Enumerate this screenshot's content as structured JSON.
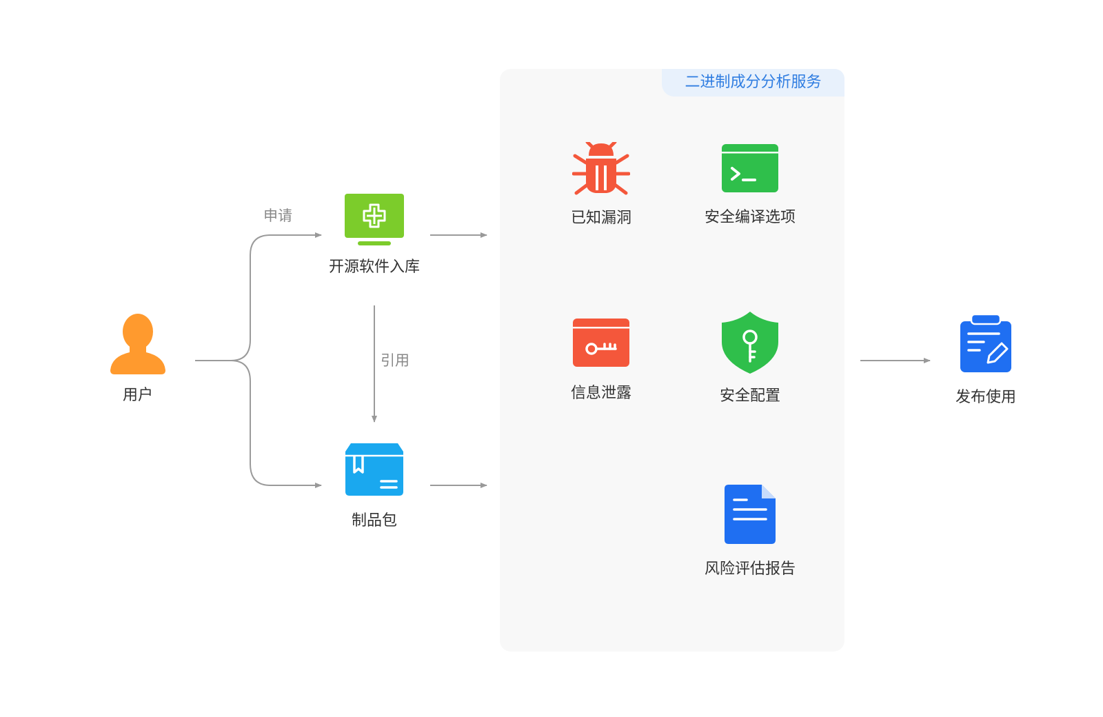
{
  "diagram": {
    "nodes": {
      "user": {
        "label": "用户",
        "icon": "person-icon",
        "color": "#ff9a2e"
      },
      "oss": {
        "label": "开源软件入库",
        "icon": "monitor-plus-icon",
        "color": "#7ccc2b"
      },
      "pkg": {
        "label": "制品包",
        "icon": "package-box-icon",
        "color": "#1aa8ef"
      },
      "publish": {
        "label": "发布使用",
        "icon": "clipboard-edit-icon",
        "color": "#1f6ff2"
      }
    },
    "edges": {
      "apply": "申请",
      "reference": "引用"
    },
    "service": {
      "title": "二进制成分分析服务",
      "items": [
        {
          "label": "已知漏洞",
          "icon": "bug-icon",
          "color": "#f4573b"
        },
        {
          "label": "安全编译选项",
          "icon": "terminal-icon",
          "color": "#2fbf4b"
        },
        {
          "label": "信息泄露",
          "icon": "key-card-icon",
          "color": "#f4573b"
        },
        {
          "label": "安全配置",
          "icon": "shield-key-icon",
          "color": "#2fbf4b"
        },
        {
          "label": "风险评估报告",
          "icon": "document-icon",
          "color": "#1f6ff2"
        }
      ]
    }
  }
}
